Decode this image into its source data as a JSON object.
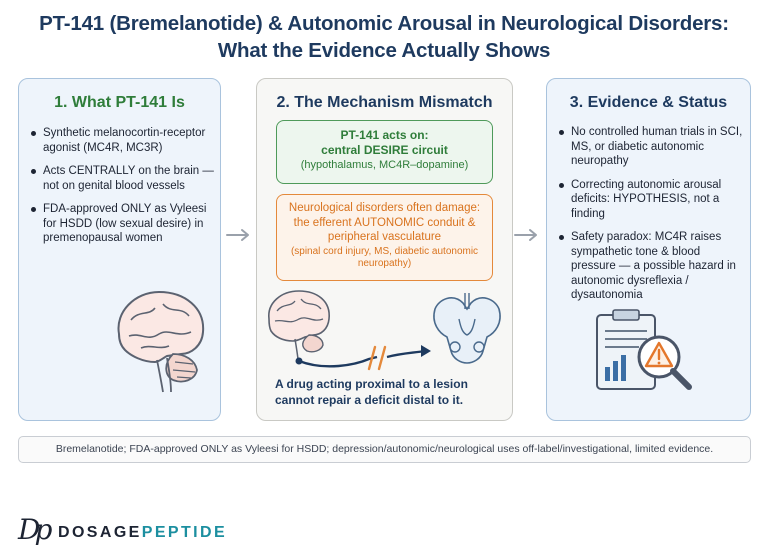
{
  "title": {
    "line1": "PT-141 (Bremelanotide) & Autonomic Arousal in Neurological Disorders:",
    "line2": "What the Evidence Actually Shows"
  },
  "panel1": {
    "title": "1. What PT-141 Is",
    "bullets": [
      "Synthetic melanocortin-receptor agonist (MC4R, MC3R)",
      "Acts CENTRALLY on the brain — not on genital blood vessels",
      "FDA-approved ONLY as Vyleesi for HSDD (low sexual desire) in premenopausal women"
    ]
  },
  "panel2": {
    "title": "2. The Mechanism Mismatch",
    "acts_on": {
      "line1": "PT-141 acts on:",
      "line2": "central DESIRE circuit",
      "line3": "(hypothalamus, MC4R–dopamine)"
    },
    "damage": {
      "main": "Neurological disorders often damage: the efferent AUTONOMIC conduit & peripheral vasculature",
      "sub": "(spinal cord injury, MS, diabetic autonomic neuropathy)"
    },
    "conclusion": "A drug acting proximal to a lesion cannot repair a deficit distal to it."
  },
  "panel3": {
    "title": "3. Evidence & Status",
    "bullets": [
      "No controlled human trials in SCI, MS, or diabetic autonomic neuropathy",
      "Correcting autonomic arousal deficits: HYPOTHESIS, not a finding",
      "Safety paradox: MC4R raises sympathetic tone & blood pressure — a possible hazard in autonomic dysreflexia / dysautonomia"
    ]
  },
  "footnote": "Bremelanotide; FDA-approved ONLY as Vyleesi for HSDD; depression/autonomic/neurological uses off-label/investigational, limited evidence.",
  "logo": {
    "mark": "Dp",
    "part1": "DOSAGE",
    "part2": "PEPTIDE"
  },
  "colors": {
    "navy": "#1e3a5f",
    "green": "#2f7d3a",
    "orange": "#d9731e",
    "teal": "#1c8fa0"
  }
}
